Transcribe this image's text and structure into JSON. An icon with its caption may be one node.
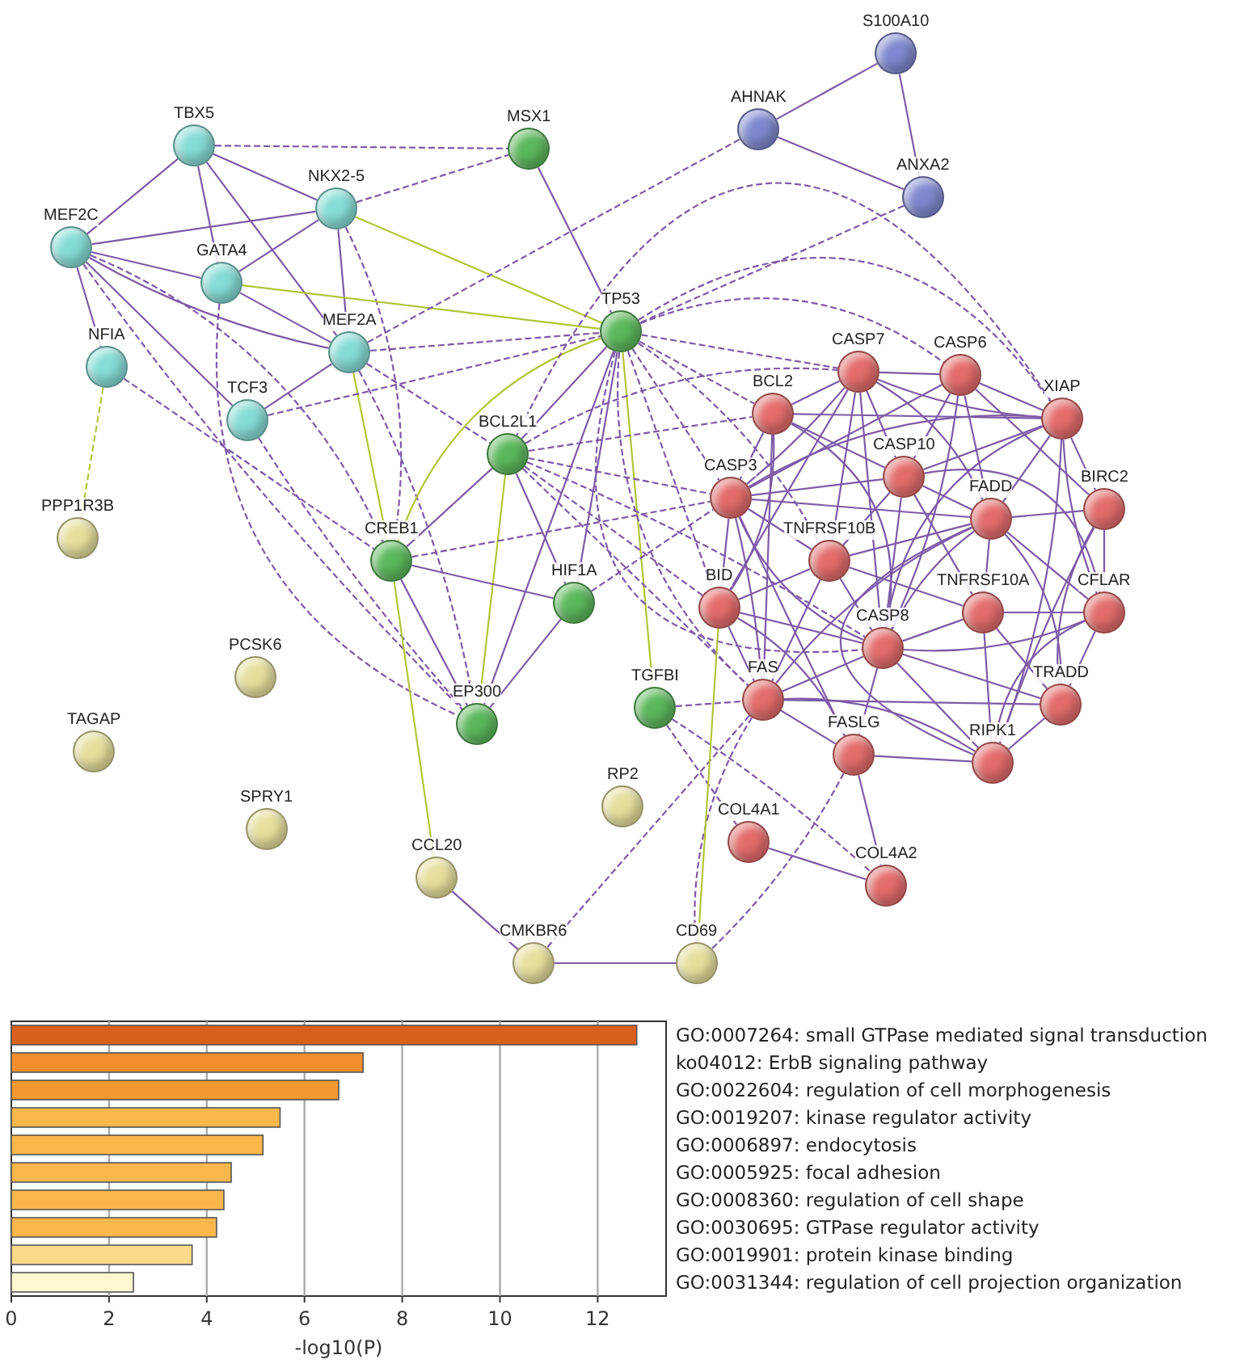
{
  "diagram": {
    "nodes": [
      {
        "text": [
          "TBX5"
        ]
      },
      {
        "text": [
          "MSX1"
        ]
      },
      {
        "text": [
          "S100A10"
        ]
      },
      {
        "text": [
          "AHNAK"
        ]
      },
      {
        "text": [
          "ANXA2"
        ]
      },
      {
        "text": [
          "NKX2-5"
        ]
      },
      {
        "text": [
          "MEF2C"
        ]
      },
      {
        "text": [
          "GATA4"
        ]
      },
      {
        "text": [
          "TP53"
        ]
      },
      {
        "text": [
          "MEF2A"
        ]
      },
      {
        "text": [
          "CASP7"
        ]
      },
      {
        "text": [
          "CASP6"
        ]
      },
      {
        "text": [
          "NFIA"
        ]
      },
      {
        "text": [
          "BCL2"
        ]
      },
      {
        "text": [
          "XIAP"
        ]
      },
      {
        "text": [
          "TCF3"
        ]
      },
      {
        "text": [
          "BCL2L1"
        ]
      },
      {
        "text": [
          "CASP10"
        ]
      },
      {
        "text": [
          "CASP3"
        ]
      },
      {
        "text": [
          "FADD"
        ]
      },
      {
        "text": [
          "BIRC2"
        ]
      },
      {
        "text": [
          "PPP1R3B"
        ]
      },
      {
        "text": [
          "TNFRSF10B"
        ]
      },
      {
        "text": [
          "CREB1"
        ]
      },
      {
        "text": [
          "BID"
        ]
      },
      {
        "text": [
          "TNFRSF10A"
        ]
      },
      {
        "text": [
          "CFLAR"
        ]
      },
      {
        "text": [
          "HIF1A"
        ]
      },
      {
        "text": [
          "CASP8"
        ]
      },
      {
        "text": [
          "PCSK6"
        ]
      },
      {
        "text": [
          "FAS"
        ]
      },
      {
        "text": [
          "TGFBI"
        ]
      },
      {
        "text": [
          "TRADD"
        ]
      },
      {
        "text": [
          "EP300"
        ]
      },
      {
        "text": [
          "TAGAP"
        ]
      },
      {
        "text": [
          "FASLG"
        ]
      },
      {
        "text": [
          "RIPK1"
        ]
      },
      {
        "text": [
          "RP2"
        ]
      },
      {
        "text": [
          "SPRY1"
        ]
      },
      {
        "text": [
          "COL4A1"
        ]
      },
      {
        "text": [
          "CCL20"
        ]
      },
      {
        "text": [
          "COL4A2"
        ]
      },
      {
        "text": [
          "CMKBR6"
        ]
      },
      {
        "text": [
          "CD69"
        ]
      }
    ],
    "edges": [
      {
        "from": 0,
        "to": 6,
        "arrow": "none"
      },
      {
        "from": 0,
        "to": 5,
        "arrow": "none"
      },
      {
        "from": 0,
        "to": 7,
        "arrow": "none"
      },
      {
        "from": 0,
        "to": 9,
        "arrow": "none"
      },
      {
        "from": 0,
        "to": 1,
        "arrow": "none",
        "style": "dashed"
      },
      {
        "from": 5,
        "to": 6,
        "arrow": "none"
      },
      {
        "from": 5,
        "to": 7,
        "arrow": "none"
      },
      {
        "from": 5,
        "to": 9,
        "arrow": "none"
      },
      {
        "from": 5,
        "to": 1,
        "arrow": "none",
        "style": "dashed"
      },
      {
        "from": 5,
        "to": 8,
        "arrow": "none",
        "color": "#b3c53a"
      },
      {
        "from": 5,
        "to": 23,
        "arrow": "none",
        "style": "dashed"
      },
      {
        "from": 6,
        "to": 7,
        "arrow": "none"
      },
      {
        "from": 6,
        "to": 9,
        "arrow": "none"
      },
      {
        "from": 6,
        "to": 12,
        "arrow": "none"
      },
      {
        "from": 6,
        "to": 15,
        "arrow": "none"
      },
      {
        "from": 6,
        "to": 33,
        "arrow": "none",
        "style": "dashed"
      },
      {
        "from": 6,
        "to": 23,
        "arrow": "none",
        "style": "dashed"
      },
      {
        "from": 7,
        "to": 9,
        "arrow": "none"
      },
      {
        "from": 7,
        "to": 8,
        "arrow": "none",
        "color": "#b3c53a"
      },
      {
        "from": 7,
        "to": 33,
        "arrow": "none",
        "style": "dashed"
      },
      {
        "from": 9,
        "to": 15,
        "arrow": "none"
      },
      {
        "from": 9,
        "to": 8,
        "arrow": "none",
        "style": "dashed"
      },
      {
        "from": 9,
        "to": 3,
        "arrow": "none",
        "style": "dashed"
      },
      {
        "from": 9,
        "to": 16,
        "arrow": "none",
        "style": "dashed"
      },
      {
        "from": 9,
        "to": 33,
        "arrow": "none",
        "style": "dashed"
      },
      {
        "from": 9,
        "to": 23,
        "arrow": "none",
        "color": "#b3c53a"
      },
      {
        "from": 12,
        "to": 21,
        "arrow": "none",
        "style": "dashed",
        "color": "#b3c53a"
      },
      {
        "from": 12,
        "to": 23,
        "arrow": "none",
        "style": "dashed"
      },
      {
        "from": 15,
        "to": 8,
        "arrow": "none",
        "style": "dashed"
      },
      {
        "from": 15,
        "to": 33,
        "arrow": "none",
        "style": "dashed"
      },
      {
        "from": 1,
        "to": 8,
        "arrow": "none"
      },
      {
        "from": 3,
        "to": 2,
        "arrow": "none"
      },
      {
        "from": 3,
        "to": 4,
        "arrow": "none"
      },
      {
        "from": 2,
        "to": 4,
        "arrow": "none"
      },
      {
        "from": 4,
        "to": 8,
        "arrow": "none",
        "style": "dashed"
      },
      {
        "from": 8,
        "to": 16,
        "arrow": "none"
      },
      {
        "from": 8,
        "to": 33,
        "arrow": "none"
      },
      {
        "from": 8,
        "to": 27,
        "arrow": "none"
      },
      {
        "from": 8,
        "to": 23,
        "arrow": "none",
        "color": "#b3c53a"
      },
      {
        "from": 8,
        "to": 31,
        "arrow": "none",
        "color": "#b3c53a"
      },
      {
        "from": 8,
        "to": 10,
        "arrow": "none",
        "style": "dashed"
      },
      {
        "from": 8,
        "to": 11,
        "arrow": "none",
        "style": "dashed"
      },
      {
        "from": 8,
        "to": 13,
        "arrow": "none",
        "style": "dashed"
      },
      {
        "from": 8,
        "to": 14,
        "arrow": "none",
        "style": "dashed"
      },
      {
        "from": 8,
        "to": 18,
        "arrow": "none",
        "style": "dashed"
      },
      {
        "from": 8,
        "to": 24,
        "arrow": "none",
        "style": "dashed"
      },
      {
        "from": 8,
        "to": 30,
        "arrow": "none",
        "style": "dashed"
      },
      {
        "from": 8,
        "to": 28,
        "arrow": "none",
        "style": "dashed"
      },
      {
        "from": 8,
        "to": 22,
        "arrow": "none",
        "style": "dashed"
      },
      {
        "from": 16,
        "to": 23,
        "arrow": "none"
      },
      {
        "from": 16,
        "to": 27,
        "arrow": "none"
      },
      {
        "from": 16,
        "to": 33,
        "arrow": "none",
        "color": "#b3c53a"
      },
      {
        "from": 16,
        "to": 13,
        "arrow": "none",
        "style": "dashed"
      },
      {
        "from": 16,
        "to": 18,
        "arrow": "none",
        "style": "dashed"
      },
      {
        "from": 16,
        "to": 24,
        "arrow": "none",
        "style": "dashed"
      },
      {
        "from": 16,
        "to": 14,
        "arrow": "none",
        "style": "dashed"
      },
      {
        "from": 16,
        "to": 10,
        "arrow": "none",
        "style": "dashed"
      },
      {
        "from": 16,
        "to": 28,
        "arrow": "none",
        "style": "dashed"
      },
      {
        "from": 16,
        "to": 30,
        "arrow": "none",
        "style": "dashed"
      },
      {
        "from": 23,
        "to": 27,
        "arrow": "none"
      },
      {
        "from": 23,
        "to": 33,
        "arrow": "none"
      },
      {
        "from": 23,
        "to": 40,
        "arrow": "none",
        "color": "#b3c53a"
      },
      {
        "from": 23,
        "to": 18,
        "arrow": "none",
        "style": "dashed"
      },
      {
        "from": 27,
        "to": 33,
        "arrow": "none"
      },
      {
        "from": 27,
        "to": 18,
        "arrow": "none",
        "style": "dashed"
      },
      {
        "from": 31,
        "to": 30,
        "arrow": "none",
        "style": "dashed"
      },
      {
        "from": 31,
        "to": 39,
        "arrow": "none",
        "style": "dashed"
      },
      {
        "from": 31,
        "to": 41,
        "arrow": "none",
        "style": "dashed"
      },
      {
        "from": 13,
        "to": 10,
        "arrow": "none"
      },
      {
        "from": 13,
        "to": 18,
        "arrow": "none"
      },
      {
        "from": 13,
        "to": 24,
        "arrow": "none"
      },
      {
        "from": 13,
        "to": 14,
        "arrow": "none"
      },
      {
        "from": 13,
        "to": 17,
        "arrow": "none"
      },
      {
        "from": 13,
        "to": 28,
        "arrow": "none"
      },
      {
        "from": 13,
        "to": 30,
        "arrow": "none"
      },
      {
        "from": 10,
        "to": 11,
        "arrow": "none"
      },
      {
        "from": 10,
        "to": 18,
        "arrow": "none"
      },
      {
        "from": 10,
        "to": 14,
        "arrow": "none"
      },
      {
        "from": 10,
        "to": 17,
        "arrow": "none"
      },
      {
        "from": 10,
        "to": 28,
        "arrow": "none"
      },
      {
        "from": 10,
        "to": 19,
        "arrow": "none"
      },
      {
        "from": 10,
        "to": 24,
        "arrow": "none"
      },
      {
        "from": 10,
        "to": 22,
        "arrow": "none"
      },
      {
        "from": 11,
        "to": 14,
        "arrow": "none"
      },
      {
        "from": 11,
        "to": 18,
        "arrow": "none"
      },
      {
        "from": 11,
        "to": 17,
        "arrow": "none"
      },
      {
        "from": 11,
        "to": 28,
        "arrow": "none"
      },
      {
        "from": 11,
        "to": 19,
        "arrow": "none"
      },
      {
        "from": 11,
        "to": 20,
        "arrow": "none"
      },
      {
        "from": 14,
        "to": 18,
        "arrow": "none"
      },
      {
        "from": 14,
        "to": 20,
        "arrow": "none"
      },
      {
        "from": 14,
        "to": 17,
        "arrow": "none"
      },
      {
        "from": 14,
        "to": 28,
        "arrow": "none"
      },
      {
        "from": 14,
        "to": 19,
        "arrow": "none"
      },
      {
        "from": 14,
        "to": 26,
        "arrow": "none"
      },
      {
        "from": 14,
        "to": 36,
        "arrow": "none"
      },
      {
        "from": 18,
        "to": 17,
        "arrow": "none"
      },
      {
        "from": 18,
        "to": 24,
        "arrow": "none"
      },
      {
        "from": 18,
        "to": 22,
        "arrow": "none"
      },
      {
        "from": 18,
        "to": 28,
        "arrow": "none"
      },
      {
        "from": 18,
        "to": 30,
        "arrow": "none"
      },
      {
        "from": 18,
        "to": 19,
        "arrow": "none"
      },
      {
        "from": 18,
        "to": 35,
        "arrow": "none"
      },
      {
        "from": 17,
        "to": 19,
        "arrow": "none"
      },
      {
        "from": 17,
        "to": 22,
        "arrow": "none"
      },
      {
        "from": 17,
        "to": 25,
        "arrow": "none"
      },
      {
        "from": 17,
        "to": 28,
        "arrow": "none"
      },
      {
        "from": 17,
        "to": 26,
        "arrow": "none"
      },
      {
        "from": 19,
        "to": 20,
        "arrow": "none"
      },
      {
        "from": 19,
        "to": 22,
        "arrow": "none"
      },
      {
        "from": 19,
        "to": 25,
        "arrow": "none"
      },
      {
        "from": 19,
        "to": 28,
        "arrow": "none"
      },
      {
        "from": 19,
        "to": 26,
        "arrow": "none"
      },
      {
        "from": 19,
        "to": 32,
        "arrow": "none"
      },
      {
        "from": 19,
        "to": 36,
        "arrow": "none"
      },
      {
        "from": 19,
        "to": 30,
        "arrow": "none"
      },
      {
        "from": 20,
        "to": 26,
        "arrow": "none"
      },
      {
        "from": 20,
        "to": 36,
        "arrow": "none"
      },
      {
        "from": 20,
        "to": 32,
        "arrow": "none"
      },
      {
        "from": 22,
        "to": 24,
        "arrow": "none"
      },
      {
        "from": 22,
        "to": 25,
        "arrow": "none"
      },
      {
        "from": 22,
        "to": 28,
        "arrow": "none"
      },
      {
        "from": 22,
        "to": 30,
        "arrow": "none"
      },
      {
        "from": 24,
        "to": 28,
        "arrow": "none"
      },
      {
        "from": 24,
        "to": 30,
        "arrow": "none"
      },
      {
        "from": 24,
        "to": 35,
        "arrow": "none"
      },
      {
        "from": 25,
        "to": 28,
        "arrow": "none"
      },
      {
        "from": 25,
        "to": 26,
        "arrow": "none"
      },
      {
        "from": 25,
        "to": 32,
        "arrow": "none"
      },
      {
        "from": 25,
        "to": 36,
        "arrow": "none"
      },
      {
        "from": 26,
        "to": 28,
        "arrow": "none"
      },
      {
        "from": 26,
        "to": 32,
        "arrow": "none"
      },
      {
        "from": 26,
        "to": 36,
        "arrow": "none"
      },
      {
        "from": 28,
        "to": 30,
        "arrow": "none"
      },
      {
        "from": 28,
        "to": 35,
        "arrow": "none"
      },
      {
        "from": 28,
        "to": 36,
        "arrow": "none"
      },
      {
        "from": 28,
        "to": 32,
        "arrow": "none"
      },
      {
        "from": 30,
        "to": 35,
        "arrow": "none"
      },
      {
        "from": 30,
        "to": 36,
        "arrow": "none"
      },
      {
        "from": 30,
        "to": 32,
        "arrow": "none"
      },
      {
        "from": 32,
        "to": 36,
        "arrow": "none"
      },
      {
        "from": 35,
        "to": 36,
        "arrow": "none"
      },
      {
        "from": 35,
        "to": 41,
        "arrow": "none"
      },
      {
        "from": 39,
        "to": 41,
        "arrow": "none"
      },
      {
        "from": 30,
        "to": 42,
        "arrow": "none",
        "style": "dashed"
      },
      {
        "from": 30,
        "to": 43,
        "arrow": "none",
        "style": "dashed"
      },
      {
        "from": 35,
        "to": 43,
        "arrow": "none",
        "style": "dashed"
      },
      {
        "from": 24,
        "to": 43,
        "arrow": "none",
        "color": "#b3c53a"
      },
      {
        "from": 40,
        "to": 42,
        "arrow": "none"
      },
      {
        "from": 42,
        "to": 43,
        "arrow": "none"
      }
    ],
    "chart_data": {
      "type": "bar",
      "orientation": "horizontal",
      "xlabel": "-log10(P)",
      "categories": [
        "GO:0007264: small GTPase mediated signal transduction",
        "ko04012: ErbB signaling pathway",
        "GO:0022604: regulation of cell morphogenesis",
        "GO:0019207: kinase regulator activity",
        "GO:0006897: endocytosis",
        "GO:0005925: focal adhesion",
        "GO:0008360: regulation of cell shape",
        "GO:0030695: GTPase regulator activity",
        "GO:0019901: protein kinase binding",
        "GO:0031344: regulation of cell projection organization"
      ],
      "values": [
        12.8,
        7.2,
        6.7,
        5.5,
        5.15,
        4.5,
        4.35,
        4.2,
        3.7,
        2.5
      ],
      "xlim": [
        0,
        13.4
      ],
      "grid": true,
      "xticks": [
        0,
        2,
        4,
        6,
        8,
        10,
        12
      ]
    }
  }
}
